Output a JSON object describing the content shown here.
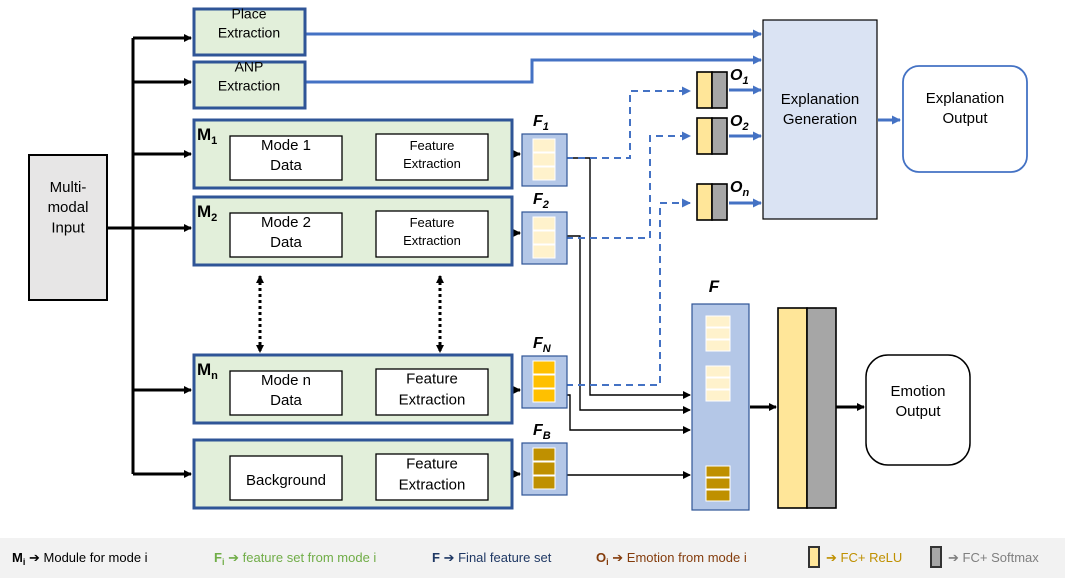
{
  "inputs": {
    "multimodal": "Multi-\nmodal\nInput"
  },
  "extractors": {
    "place": "Place\nExtraction",
    "anp": "ANP\nExtraction"
  },
  "modules": [
    {
      "label_main": "M",
      "label_sub": "1",
      "data_text": "Mode 1\nData",
      "fe_text": "Feature\nExtraction"
    },
    {
      "label_main": "M",
      "label_sub": "2",
      "data_text": "Mode 2\nData",
      "fe_text": "Feature\nExtraction"
    },
    {
      "label_main": "M",
      "label_sub": "n",
      "data_text": "Mode n\nData",
      "fe_text": "Feature\nExtraction"
    },
    {
      "label_main": "",
      "label_sub": "",
      "data_text": "Background",
      "fe_text": "Feature\nExtraction"
    }
  ],
  "feature_labels": [
    {
      "main": "F",
      "sub": "1"
    },
    {
      "main": "F",
      "sub": "2"
    },
    {
      "main": "F",
      "sub": "N"
    },
    {
      "main": "F",
      "sub": "B"
    }
  ],
  "emotion_labels": [
    {
      "main": "O",
      "sub": "1"
    },
    {
      "main": "O",
      "sub": "2"
    },
    {
      "main": "O",
      "sub": "n"
    }
  ],
  "final_feature_label": "F",
  "explanation_generation": "Explanation\nGeneration",
  "explanation_output": "Explanation\nOutput",
  "emotion_output": "Emotion\nOutput",
  "colors": {
    "module_fill": "#e2efda",
    "module_border": "#2f5597",
    "feature_fill": "#b4c7e7",
    "cell_light": "#fff2cc",
    "cell_orange": "#ffc000",
    "cell_dark": "#bf9000",
    "blue_arrow": "#4472c4",
    "relu": "#ffe699",
    "softmax": "#a6a6a6",
    "input_fill": "#e7e6e6"
  },
  "legend": {
    "m_sym": "M",
    "m_sub": "i",
    "m_text": "Module for mode i",
    "f_sym": "F",
    "f_sub": "i",
    "f_text": "feature set from mode i",
    "final_sym": "F",
    "final_text": "Final feature set",
    "o_sym": "O",
    "o_sub": "i",
    "o_text": "Emotion from mode i",
    "relu_text": "FC+ ReLU",
    "softmax_text": "FC+ Softmax",
    "f_color": "#70ad47",
    "o_color": "#843c0c",
    "relu_color": "#bf9000",
    "softmax_color": "#7f7f7f"
  }
}
